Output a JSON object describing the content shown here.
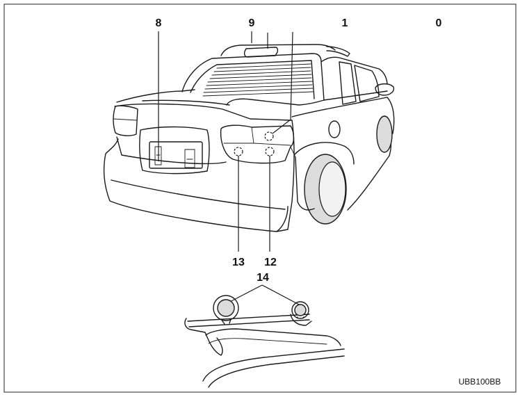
{
  "callouts": [
    {
      "label": "8"
    },
    {
      "label": "9"
    },
    {
      "label": "1"
    },
    {
      "label": "0"
    },
    {
      "label": "13"
    },
    {
      "label": "12"
    },
    {
      "label": "14"
    }
  ],
  "figure_code": "UBB100BB",
  "colors": {
    "line": "#1a1a1a",
    "background": "#ffffff",
    "shade": "#dcdcdc"
  }
}
